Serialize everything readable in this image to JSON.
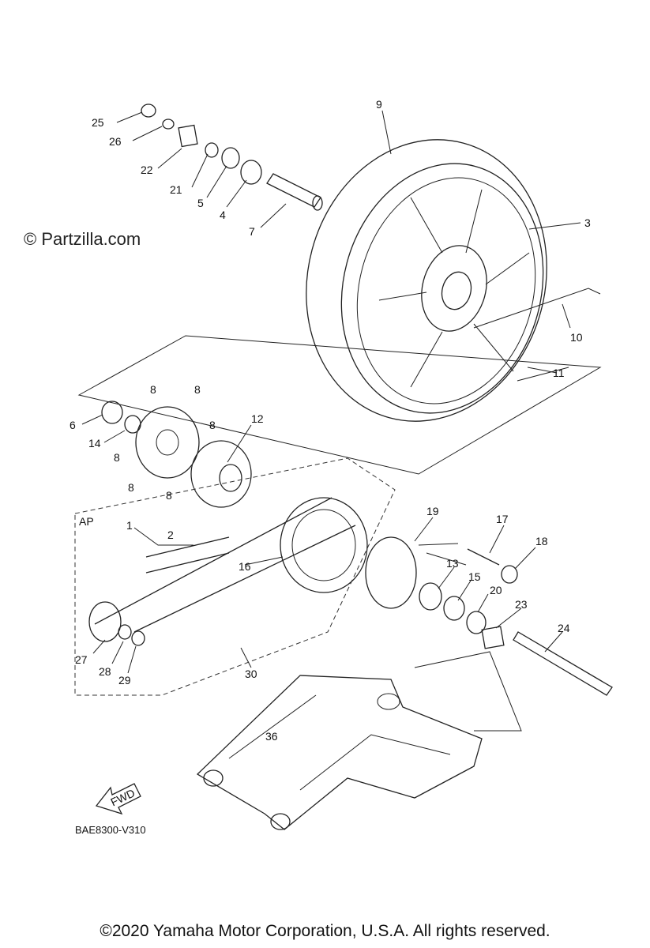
{
  "watermark": "© Partzilla.com",
  "diagram_code": "BAE8300-V310",
  "copyright": "©2020 Yamaha Motor Corporation, U.S.A. All rights reserved.",
  "group_label": "AP",
  "fwd_label": "FWD",
  "callouts": [
    "1",
    "2",
    "3",
    "4",
    "5",
    "6",
    "7",
    "8",
    "9",
    "10",
    "11",
    "12",
    "13",
    "14",
    "15",
    "16",
    "17",
    "18",
    "19",
    "20",
    "21",
    "22",
    "23",
    "24",
    "25",
    "26",
    "27",
    "28",
    "29",
    "30",
    "36"
  ]
}
